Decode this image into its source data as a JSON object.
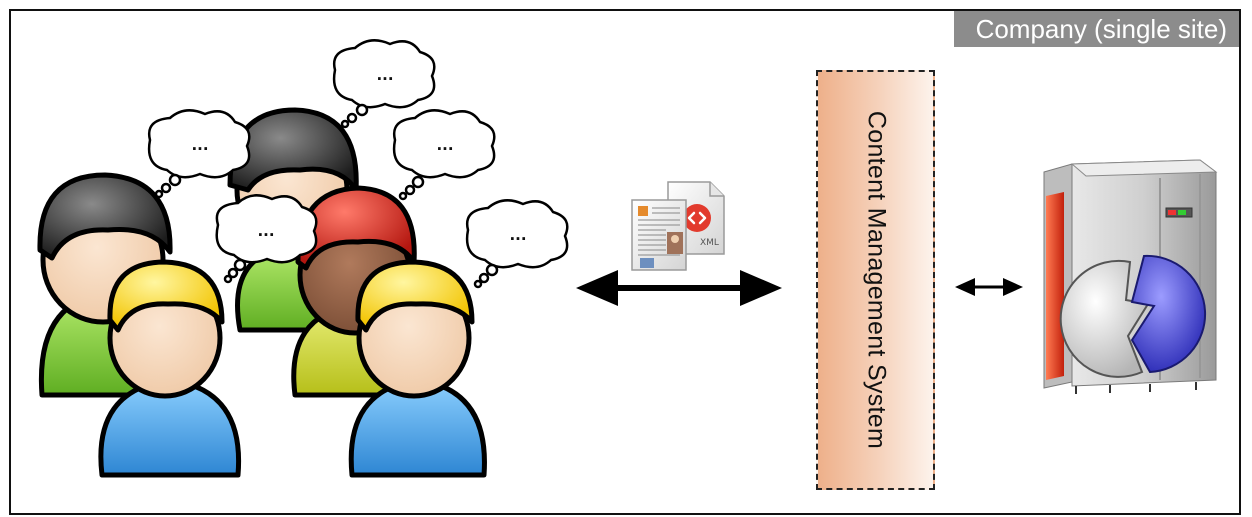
{
  "region": {
    "label": "Company (single site)"
  },
  "cms": {
    "label": "Content Management System"
  },
  "bubbles": {
    "text": "..."
  },
  "documents": {
    "xml_label": "XML"
  },
  "icons": {
    "users": "users-group-icon",
    "documents": "document-stack-icon",
    "server": "server-icon",
    "exchange_arrow": "double-headed-arrow-icon"
  },
  "colors": {
    "frame": "#111111",
    "region_label_bg": "#8c8c8c",
    "cms_fill": "#f6d3bd",
    "arrow": "#000000"
  }
}
